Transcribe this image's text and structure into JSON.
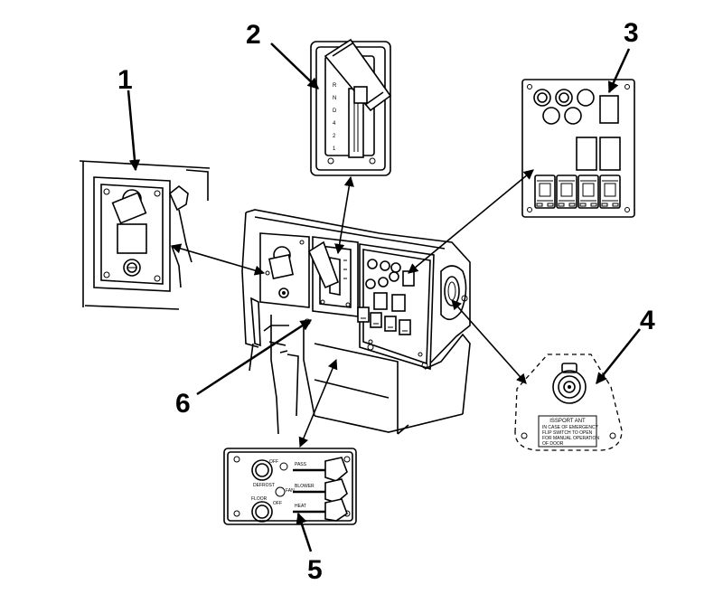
{
  "callouts": [
    {
      "id": "1",
      "label": "1"
    },
    {
      "id": "2",
      "label": "2"
    },
    {
      "id": "3",
      "label": "3"
    },
    {
      "id": "4",
      "label": "4"
    },
    {
      "id": "5",
      "label": "5"
    },
    {
      "id": "6",
      "label": "6"
    }
  ],
  "shifter": {
    "gears": [
      "R",
      "N",
      "D",
      "4",
      "2",
      "1"
    ]
  },
  "panel3": {
    "switch_labels": [
      "",
      "",
      "",
      ""
    ]
  },
  "panel4": {
    "title": "ISSPORT ANT",
    "lines": [
      "IN CASE OF EMERGENCY",
      "FLIP SWITCH TO OPEN",
      "FOR MANUAL OPERATION",
      "OF DOOR"
    ],
    "knob_label": ""
  },
  "panel5": {
    "labels": {
      "top_left": "OFF",
      "mid_left": "DEFROST",
      "mid_center": "FAN",
      "bottom_left": "FLOOR",
      "bottom_right_off": "OFF",
      "lever1": "PASS",
      "lever2": "BLOWER",
      "lever3": "HEAT"
    }
  }
}
